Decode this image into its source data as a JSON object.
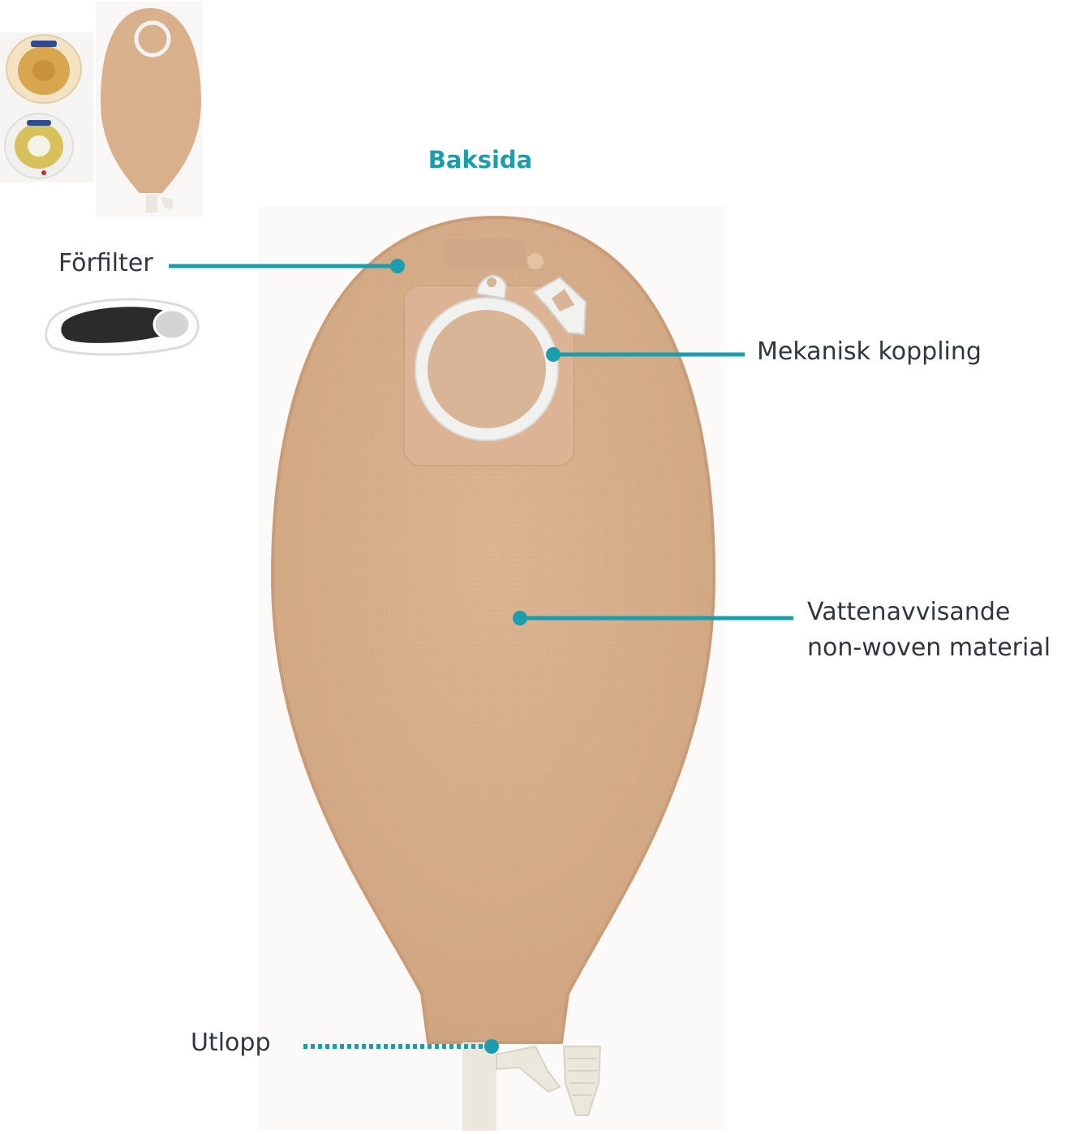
{
  "title": "Baksida",
  "labels": {
    "forfilter": "Förfilter",
    "mekanisk": "Mekanisk koppling",
    "vatten_line1": "Vattenavvisande",
    "vatten_line2": "non-woven material",
    "utlopp": "Utlopp"
  },
  "colors": {
    "accent": "#1a9eae",
    "text": "#2f3640",
    "pouch": "#d9b08c",
    "pouch_edge": "#c99c77",
    "ring": "#eeeeee",
    "outlet": "#eae6dc"
  }
}
